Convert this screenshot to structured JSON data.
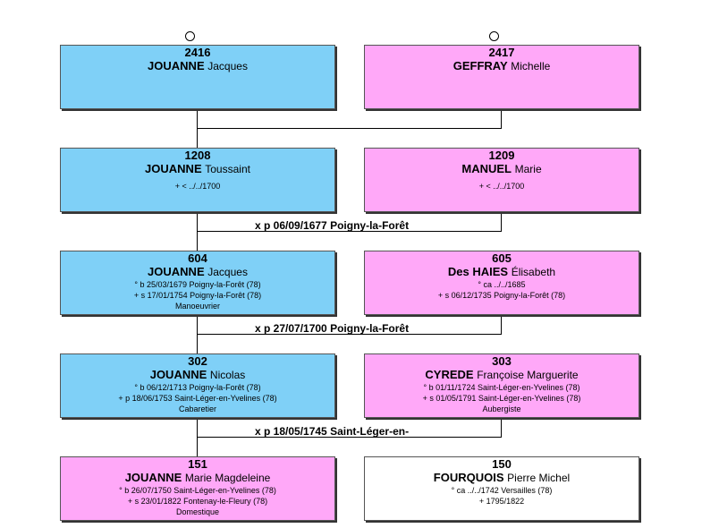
{
  "couples": [
    {
      "left": {
        "num": "2416",
        "surname": "JOUANNE",
        "given": "Jacques",
        "details": []
      },
      "right": {
        "num": "2417",
        "surname": "GEFFRAY",
        "given": "Michelle",
        "details": []
      },
      "marriage": ""
    },
    {
      "left": {
        "num": "1208",
        "surname": "JOUANNE",
        "given": "Toussaint",
        "details": [
          "+ < ../../1700"
        ]
      },
      "right": {
        "num": "1209",
        "surname": "MANUEL",
        "given": "Marie",
        "details": [
          "+ < ../../1700"
        ]
      },
      "marriage": "x p 06/09/1677 Poigny-la-Forêt"
    },
    {
      "left": {
        "num": "604",
        "surname": "JOUANNE",
        "given": "Jacques",
        "details": [
          "° b 25/03/1679 Poigny-la-Forêt (78)",
          "+ s 17/01/1754 Poigny-la-Forêt (78)",
          "Manoeuvrier"
        ]
      },
      "right": {
        "num": "605",
        "surname": "Des HAIES",
        "given": "Élisabeth",
        "details": [
          "° ca ../../1685",
          "+ s 06/12/1735 Poigny-la-Forêt (78)"
        ]
      },
      "marriage": "x p 27/07/1700 Poigny-la-Forêt"
    },
    {
      "left": {
        "num": "302",
        "surname": "JOUANNE",
        "given": "Nicolas",
        "details": [
          "° b 06/12/1713 Poigny-la-Forêt (78)",
          "+ p 18/06/1753 Saint-Léger-en-Yvelines (78)",
          "Cabaretier"
        ]
      },
      "right": {
        "num": "303",
        "surname": "CYREDE",
        "given": "Françoise Marguerite",
        "details": [
          "° b 01/11/1724 Saint-Léger-en-Yvelines (78)",
          "+ s 01/05/1791 Saint-Léger-en-Yvelines (78)",
          "Aubergiste"
        ]
      },
      "marriage": "x p 18/05/1745 Saint-Léger-en-"
    },
    {
      "left": {
        "num": "151",
        "surname": "JOUANNE",
        "given": "Marie Magdeleine",
        "details": [
          "° b 26/07/1750 Saint-Léger-en-Yvelines (78)",
          "+ s 23/01/1822 Fontenay-le-Fleury (78)",
          "Domestique"
        ]
      },
      "right": {
        "num": "150",
        "surname": "FOURQUOIS",
        "given": "Pierre Michel",
        "details": [
          "° ca ../../1742 Versailles (78)",
          "+ 1795/1822"
        ]
      },
      "marriage": ""
    }
  ]
}
